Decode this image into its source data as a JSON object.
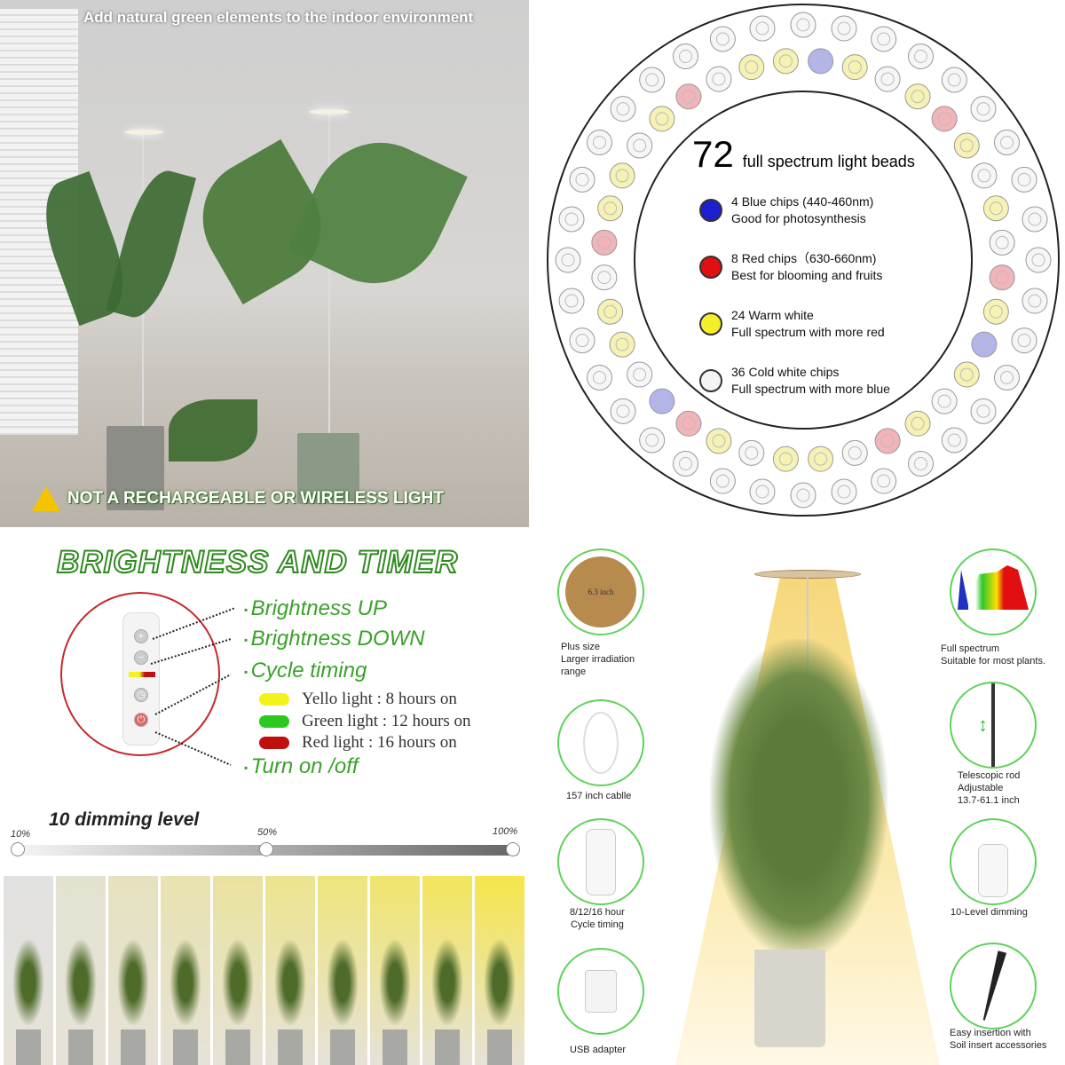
{
  "panel_room": {
    "headline": "Add natural green elements to the indoor environment",
    "warning": "NOT A RECHARGEABLE OR WIRELESS LIGHT"
  },
  "panel_beads": {
    "total_number": "72",
    "total_label": "full spectrum light beads",
    "legend": [
      {
        "count": "4",
        "line1": "Blue chips (440-460nm)",
        "line2": "Good for photosynthesis",
        "color": "#1b1fd0"
      },
      {
        "count": "8",
        "line1": "Red chips（630-660nm)",
        "line2": "Best for blooming and fruits",
        "color": "#e01010"
      },
      {
        "count": "24",
        "line1": "Warm white",
        "line2": "Full spectrum with more red",
        "color": "#f2ee2a"
      },
      {
        "count": "36",
        "line1": "Cold white chips",
        "line2": "Full spectrum with more blue",
        "color": "#f4f4f4"
      }
    ]
  },
  "panel_controls": {
    "title": "BRIGHTNESS AND TIMER",
    "features": [
      "Brightness UP",
      "Brightness DOWN",
      "Cycle timing",
      "Turn on /off"
    ],
    "timers": [
      {
        "label": "Yello light : 8 hours on",
        "color": "#f4f21c"
      },
      {
        "label": "Green light : 12 hours on",
        "color": "#2cc81e"
      },
      {
        "label": "Red light : 16 hours on",
        "color": "#c0100e"
      }
    ],
    "dimming_title": "10 dimming level",
    "dimming_ticks": [
      "10%",
      "50%",
      "100%"
    ],
    "levels": 10
  },
  "panel_features": {
    "size_label": "6.3 inch",
    "left": [
      "Plus size\nLarger irradiation\nrange",
      "157 inch cablle",
      "8/12/16 hour\nCycle timing",
      "USB adapter"
    ],
    "right": [
      "Full spectrum\nSuitable for most plants.",
      "Telescopic rod\nAdjustable\n13.7-61.1 inch",
      "10-Level dimming",
      "Easy insertion with\nSoil insert accessories"
    ]
  }
}
